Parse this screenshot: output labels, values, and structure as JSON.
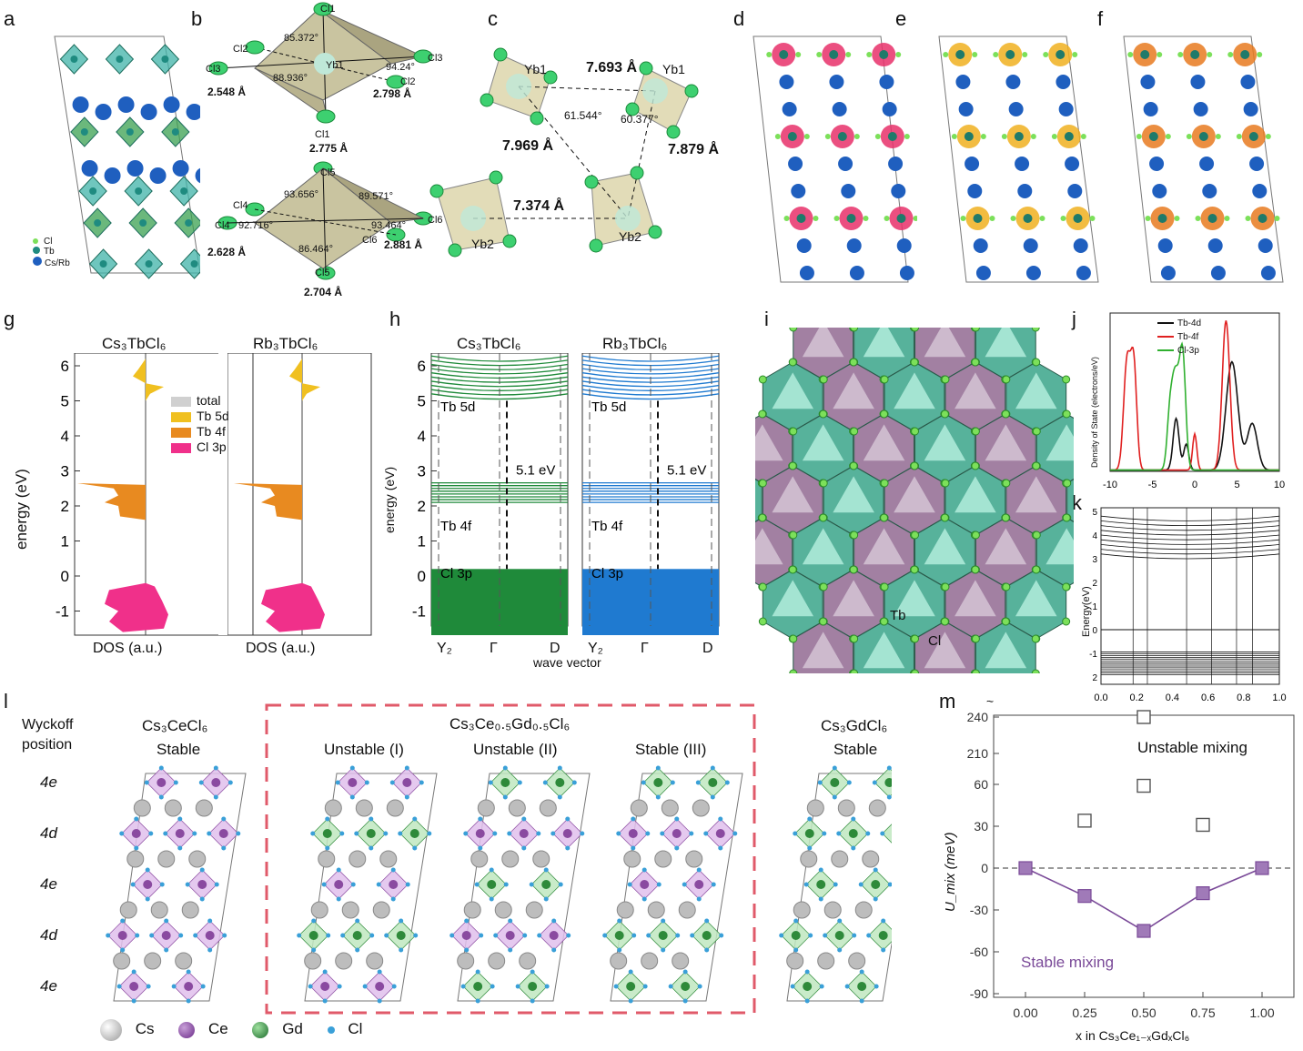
{
  "panels": {
    "a": "a",
    "b": "b",
    "c": "c",
    "d": "d",
    "e": "e",
    "f": "f",
    "g": "g",
    "h": "h",
    "i": "i",
    "j": "j",
    "k": "k",
    "l": "l",
    "m": "m"
  },
  "panel_a": {
    "legend": [
      "Cl",
      "Tb",
      "Cs/Rb"
    ],
    "colors": {
      "Cl": "#7ce05a",
      "Tb": "#1f8b80",
      "Cs": "#1f5fbf",
      "poly_green": "#3aa050",
      "poly_teal": "#3fb3a8"
    }
  },
  "panel_b": {
    "top": {
      "labels": [
        "Cl1",
        "Cl2",
        "Cl3",
        "Yb1",
        "Cl3",
        "Cl2",
        "Cl1"
      ],
      "angles": [
        "85.372°",
        "88.936°",
        "94.24°"
      ],
      "dist": [
        "2.548 Å",
        "2.798 Å",
        "2.775 Å"
      ]
    },
    "bottom": {
      "labels": [
        "Cl5",
        "Cl4",
        "Cl4",
        "Cl6",
        "Cl6",
        "Cl5"
      ],
      "angles": [
        "93.656°",
        "89.571°",
        "92.716°",
        "93.464°",
        "86.464°"
      ],
      "dist": [
        "2.628 Å",
        "2.881 Å",
        "2.704 Å"
      ]
    }
  },
  "panel_c": {
    "atoms": [
      "Yb1",
      "Yb1",
      "Yb2",
      "Yb2"
    ],
    "dist": [
      "7.693 Å",
      "7.969 Å",
      "7.879 Å",
      "7.374 Å"
    ],
    "angles": [
      "61.544°",
      "60.377°"
    ]
  },
  "panel_g": {
    "titles": [
      "Cs₃TbCl₆",
      "Rb₃TbCl₆"
    ],
    "ylabel": "energy (eV)",
    "xlabel": "DOS (a.u.)",
    "yticks": [
      "6",
      "5",
      "4",
      "3",
      "2",
      "1",
      "0",
      "-1"
    ],
    "legend": [
      {
        "name": "total",
        "color": "#d0d0d0"
      },
      {
        "name": "Tb 5d",
        "color": "#f0c020"
      },
      {
        "name": "Tb 4f",
        "color": "#e88a20"
      },
      {
        "name": "Cl 3p",
        "color": "#f0308a"
      }
    ]
  },
  "panel_h": {
    "titles": [
      "Cs₃TbCl₆",
      "Rb₃TbCl₆"
    ],
    "ylabel": "energy (eV)",
    "xlabel": "wave vector",
    "yticks": [
      "6",
      "5",
      "4",
      "3",
      "2",
      "1",
      "0",
      "-1"
    ],
    "kpoints": [
      "Y₂",
      "Γ",
      "D"
    ],
    "annotations": [
      "Tb 5d",
      "5.1 eV",
      "Tb 4f",
      "Cl 3p"
    ],
    "colors": [
      "#1f8a3a",
      "#1f7ad0"
    ]
  },
  "panel_i": {
    "labels": [
      "Tb",
      "Cl"
    ]
  },
  "panel_j": {
    "ylabel": "Density of State (electrons/eV)",
    "xticks": [
      "-10",
      "-5",
      "0",
      "5",
      "10"
    ],
    "legend": [
      {
        "name": "Tb-4d",
        "color": "#111111"
      },
      {
        "name": "Tb-4f",
        "color": "#e02020"
      },
      {
        "name": "Cl-3p",
        "color": "#30b030"
      }
    ]
  },
  "panel_k": {
    "ylabel": "Energy(eV)",
    "yticks": [
      "5",
      "4",
      "3",
      "2",
      "1",
      "0",
      "-1",
      "2"
    ],
    "xticks": [
      "0.0",
      "0.2",
      "0.4",
      "0.6",
      "0.8",
      "1.0"
    ]
  },
  "panel_l": {
    "wyckoff_header": [
      "Wyckoff",
      "position"
    ],
    "positions": [
      "4e",
      "4d",
      "4e",
      "4d",
      "4e"
    ],
    "structures": [
      {
        "formula": "Cs₃CeCl₆",
        "status": "Stable"
      },
      {
        "formula": "",
        "status": "Unstable (I)"
      },
      {
        "formula": "",
        "status": "Unstable (II)"
      },
      {
        "formula": "",
        "status": "Stable (III)"
      },
      {
        "formula": "Cs₃GdCl₆",
        "status": "Stable"
      }
    ],
    "group_title": "Cs₃Ce₀.₅Gd₀.₅Cl₆",
    "legend": [
      "Cs",
      "Ce",
      "Gd",
      "Cl"
    ],
    "colors": {
      "Cs": "#b8b8b8",
      "Ce": "#8a4aa0",
      "Gd": "#2e8a3a",
      "Cl": "#3aa0d8",
      "dash": "#e05a6a"
    }
  },
  "chart_data": {
    "type": "scatter",
    "title": "",
    "xlabel": "x in Cs₃Ce₁₋ₓGdₓCl₆",
    "ylabel": "U_mix (meV)",
    "xticks": [
      "0.00",
      "0.25",
      "0.50",
      "0.75",
      "1.00"
    ],
    "yticks": [
      "240",
      "210",
      "60",
      "30",
      "0",
      "-30",
      "-60",
      "-90"
    ],
    "series": [
      {
        "name": "Unstable mixing",
        "x": [
          0.25,
          0.5,
          0.5,
          0.75
        ],
        "y": [
          34,
          59,
          240,
          31
        ]
      },
      {
        "name": "Stable mixing",
        "x": [
          0.0,
          0.25,
          0.5,
          0.75,
          1.0
        ],
        "y": [
          0,
          -20,
          -45,
          -18,
          0
        ]
      }
    ],
    "colors": {
      "unstable": "#555555",
      "stable": "#7a4a98"
    }
  }
}
